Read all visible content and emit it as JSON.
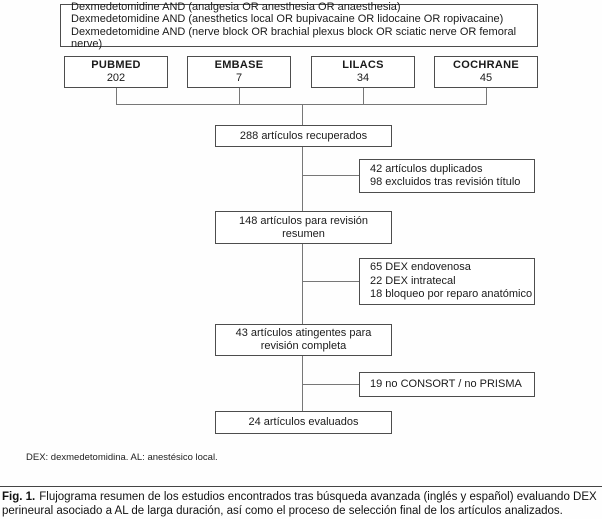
{
  "search_box": {
    "lines": [
      "Dexmedetomidine AND (analgesia OR anesthesia OR anaesthesia)",
      "Dexmedetomidine AND (anesthetics local OR bupivacaine OR lidocaine OR ropivacaine)",
      "Dexmedetomidine AND (nerve block OR brachial plexus block OR sciatic nerve OR femoral nerve)"
    ]
  },
  "databases": [
    {
      "name": "PUBMED",
      "count": "202"
    },
    {
      "name": "EMBASE",
      "count": "7"
    },
    {
      "name": "LILACS",
      "count": "34"
    },
    {
      "name": "COCHRANE",
      "count": "45"
    }
  ],
  "main_boxes": [
    {
      "label": "288 artículos recuperados"
    },
    {
      "label": "148 artículos para revisión resumen"
    },
    {
      "label": "43 artículos atingentes para revisión completa"
    },
    {
      "label": "24 artículos evaluados"
    }
  ],
  "exclusion_boxes": [
    {
      "lines": [
        "42 artículos duplicados",
        "98 excluidos tras revisión título"
      ]
    },
    {
      "lines": [
        "65 DEX endovenosa",
        "22 DEX intratecal",
        "18 bloqueo por reparo anatómico"
      ]
    },
    {
      "lines": [
        "19 no CONSORT / no PRISMA"
      ]
    }
  ],
  "footnote": "DEX: dexmedetomidina. AL: anestésico local.",
  "caption": {
    "fig_label": "Fig. 1.",
    "text": "Flujograma resumen de los estudios encontrados tras búsqueda avanzada (inglés y español) evaluando DEX perineural asociado a AL de larga duración, así como el proceso de selección final de los artículos analizados."
  },
  "colors": {
    "box_border": "#4d4d4d",
    "connector": "#777777",
    "text": "#1a1a1a",
    "background": "#fefefe"
  }
}
